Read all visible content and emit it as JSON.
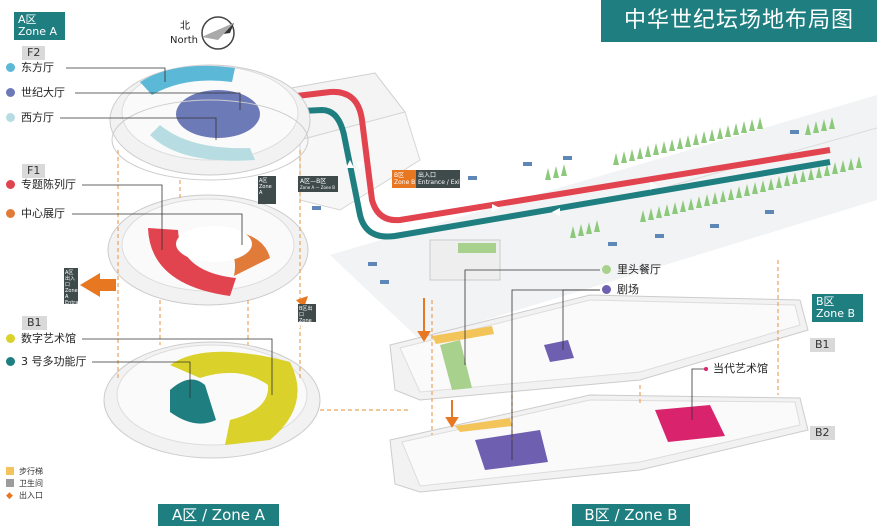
{
  "title": "中华世纪坛场地布局图",
  "compass": {
    "cn": "北",
    "en": "North"
  },
  "zone_a": {
    "tag_cn": "A区",
    "tag_en": "Zone A",
    "footer": "A区 / Zone A"
  },
  "zone_b": {
    "tag_cn": "B区",
    "tag_en": "Zone B",
    "footer": "B区 / Zone B"
  },
  "floors": {
    "f2": "F2",
    "f1": "F1",
    "b1": "B1",
    "b1_b": "B1",
    "b2_b": "B2"
  },
  "venues_f2": [
    {
      "label": "东方厅",
      "color": "#5bb8d6"
    },
    {
      "label": "世纪大厅",
      "color": "#6d7ab8"
    },
    {
      "label": "西方厅",
      "color": "#b7dde2"
    }
  ],
  "venues_f1": [
    {
      "label": "专题陈列厅",
      "color": "#e1434f"
    },
    {
      "label": "中心展厅",
      "color": "#e07b39"
    }
  ],
  "venues_b1": [
    {
      "label": "数字艺术馆",
      "color": "#dad22a"
    },
    {
      "label": "3 号多功能厅",
      "color": "#1f7f80"
    }
  ],
  "venues_b": [
    {
      "label": "里头餐厅",
      "color": "#a9d18e"
    },
    {
      "label": "剧场",
      "color": "#6e5fb0"
    },
    {
      "label": "当代艺术馆",
      "color": "#d9236d"
    }
  ],
  "key": [
    {
      "label": "步行梯",
      "color": "#f2c45a",
      "icon": "square"
    },
    {
      "label": "卫生间",
      "color": "#9c9c9c",
      "icon": "square"
    },
    {
      "label": "出入口",
      "color": "#e87722",
      "icon": "arrow"
    }
  ],
  "signs": {
    "b_entrance_zone": "B区",
    "b_entrance_zone_en": "Zone B",
    "b_entrance": "出入口",
    "b_entrance_en": "Entrance / Exit",
    "ab_link": "A区—B区",
    "ab_link_en": "Zone A — Zone B",
    "a_entrance": "A区出入口",
    "a_entrance_en": "Zone A Entrance / Exit",
    "b_side": "B区出口",
    "b_side_en": "Zone B Exit",
    "a_mid": "A区",
    "a_mid_en": "Zone A"
  }
}
